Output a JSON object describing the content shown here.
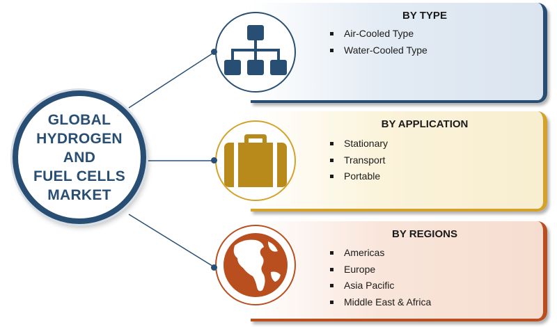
{
  "center": {
    "title_lines": [
      "GLOBAL",
      "HYDROGEN",
      "AND",
      "FUEL CELLS",
      "MARKET"
    ]
  },
  "colors": {
    "navy": "#284f73",
    "gold": "#d4a22a",
    "rust": "#b94e1e"
  },
  "segments": [
    {
      "title": "BY TYPE",
      "icon": "hierarchy-icon",
      "items": [
        "Air-Cooled Type",
        "Water-Cooled Type"
      ]
    },
    {
      "title": "BY APPLICATION",
      "icon": "briefcase-icon",
      "items": [
        "Stationary",
        "Transport",
        "Portable"
      ]
    },
    {
      "title": "BY REGIONS",
      "icon": "globe-icon",
      "items": [
        "Americas",
        "Europe",
        "Asia Pacific",
        "Middle East & Africa"
      ]
    }
  ]
}
